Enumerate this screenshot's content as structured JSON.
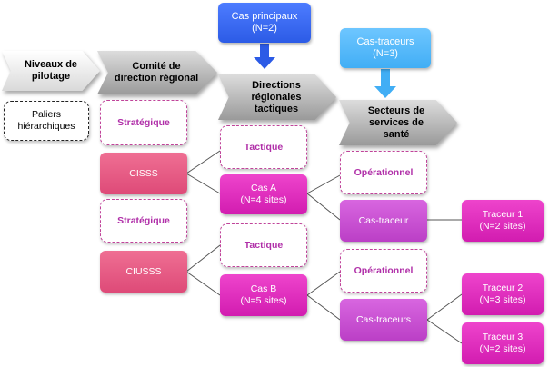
{
  "header": {
    "niveaux": "Niveaux de pilotage",
    "paliers": "Paliers hiérarchiques",
    "comite": "Comité de direction régional",
    "directions": "Directions régionales tactiques",
    "secteurs": "Secteurs de services de santé"
  },
  "top": {
    "cas_principaux": "Cas principaux",
    "cas_principaux_n": "(N=2)",
    "cas_traceurs": "Cas-traceurs",
    "cas_traceurs_n": "(N=3)"
  },
  "levels": {
    "strategique": "Stratégique",
    "tactique": "Tactique",
    "operationnel": "Opérationnel"
  },
  "nodes": {
    "cisss": "CISSS",
    "ciusss": "CIUSSS",
    "cas_a": "Cas A",
    "cas_a_n": "(N=4 sites)",
    "cas_b": "Cas B",
    "cas_b_n": "(N=5 sites)",
    "cas_traceur": "Cas-traceur",
    "cas_traceurs": "Cas-traceurs",
    "traceur1": "Traceur 1",
    "traceur1_n": "(N=2 sites)",
    "traceur2": "Traceur 2",
    "traceur2_n": "(N=3 sites)",
    "traceur3": "Traceur 3",
    "traceur3_n": "(N=2 sites)"
  },
  "colors": {
    "pink": "#e45a85",
    "magenta": "#e030c0",
    "violet": "#c94fd2",
    "blue": "#2c5be6",
    "light_blue": "#41aef5"
  }
}
